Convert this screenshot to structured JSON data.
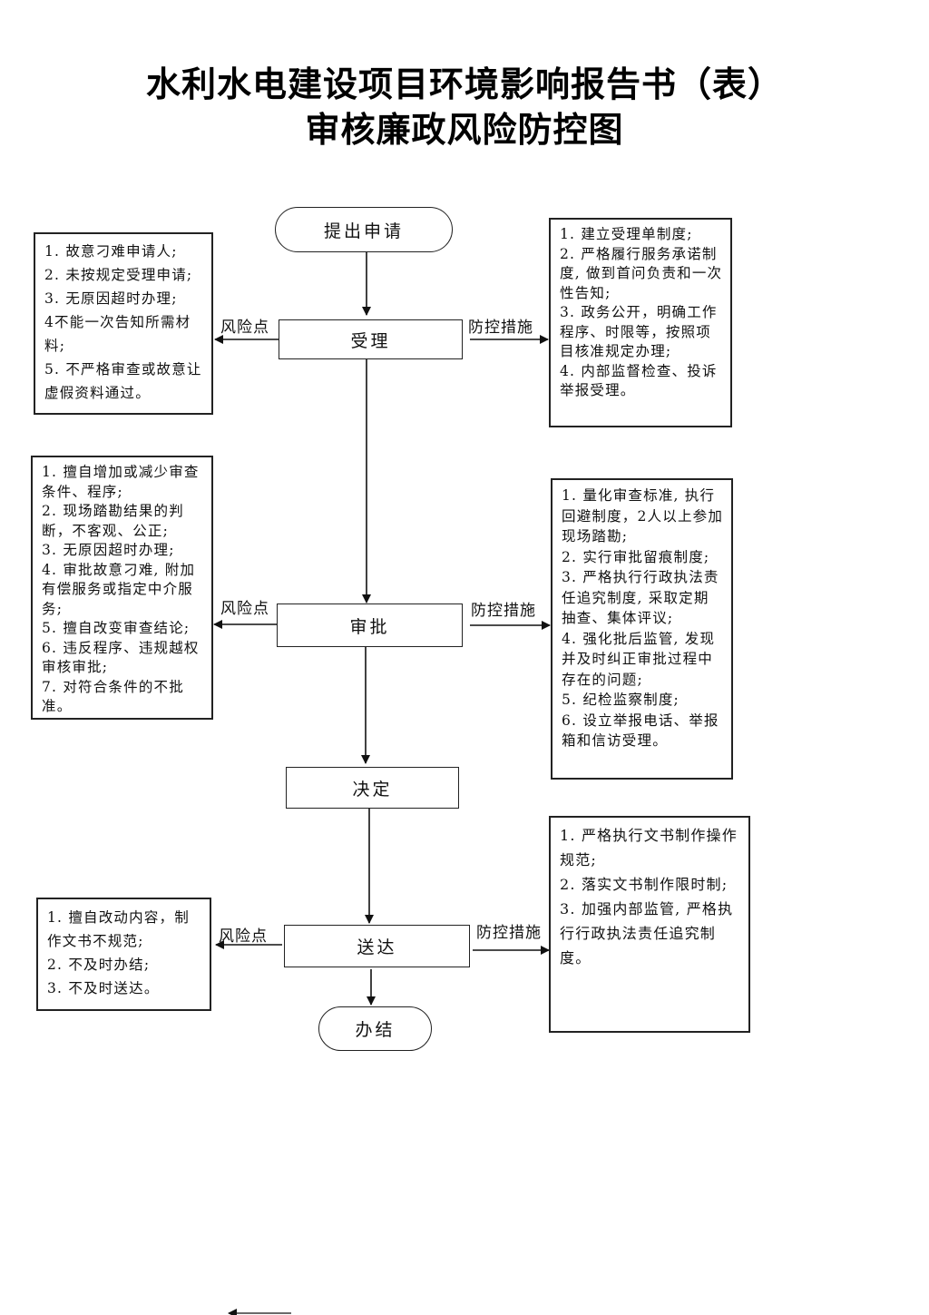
{
  "title": {
    "line1": "水利水电建设项目环境影响报告书（表）",
    "line2": "审核廉政风险防控图"
  },
  "labels": {
    "risk": "风险点",
    "control": "防控措施"
  },
  "flow": {
    "nodes": [
      {
        "id": "submit",
        "label": "提出申请",
        "shape": "terminal"
      },
      {
        "id": "accept",
        "label": "受理",
        "shape": "process"
      },
      {
        "id": "approve",
        "label": "审批",
        "shape": "process"
      },
      {
        "id": "decide",
        "label": "决定",
        "shape": "process"
      },
      {
        "id": "deliver",
        "label": "送达",
        "shape": "process"
      },
      {
        "id": "complete",
        "label": "办结",
        "shape": "terminal"
      }
    ],
    "edges": [
      [
        "submit",
        "accept"
      ],
      [
        "accept",
        "approve"
      ],
      [
        "approve",
        "decide"
      ],
      [
        "decide",
        "deliver"
      ],
      [
        "deliver",
        "complete"
      ]
    ]
  },
  "accept_risks": [
    "1. 故意刁难申请人;",
    "2. 未按规定受理申请;",
    "3. 无原因超时办理;",
    "4不能一次告知所需材料;",
    "5. 不严格审查或故意让虚假资料通过。"
  ],
  "accept_controls": [
    "1. 建立受理单制度;",
    "2. 严格履行服务承诺制度, 做到首问负责和一次性告知;",
    "3. 政务公开，明确工作程序、时限等，按照项目核准规定办理;",
    "4. 内部监督检查、投诉举报受理。"
  ],
  "approve_risks": [
    "1. 擅自增加或减少审查条件、程序;",
    "2. 现场踏勘结果的判断，不客观、公正;",
    "3. 无原因超时办理;",
    "4. 审批故意刁难, 附加有偿服务或指定中介服务;",
    "5. 擅自改变审查结论;",
    "6. 违反程序、违规越权审核审批;",
    "7. 对符合条件的不批准。"
  ],
  "approve_controls": [
    "1. 量化审查标准, 执行回避制度，2人以上参加现场踏勘;",
    "2. 实行审批留痕制度;",
    "3. 严格执行行政执法责任追究制度, 采取定期抽查、集体评议;",
    "4. 强化批后监管, 发现并及时纠正审批过程中存在的问题;",
    "5. 纪检监察制度;",
    "6. 设立举报电话、举报箱和信访受理。"
  ],
  "deliver_risks": [
    "1. 擅自改动内容，制作文书不规范;",
    "2. 不及时办结;",
    "3. 不及时送达。"
  ],
  "deliver_controls": [
    "1. 严格执行文书制作操作规范;",
    "2. 落实文书制作限时制;",
    "3. 加强内部监管, 严格执行行政执法责任追究制度。"
  ]
}
